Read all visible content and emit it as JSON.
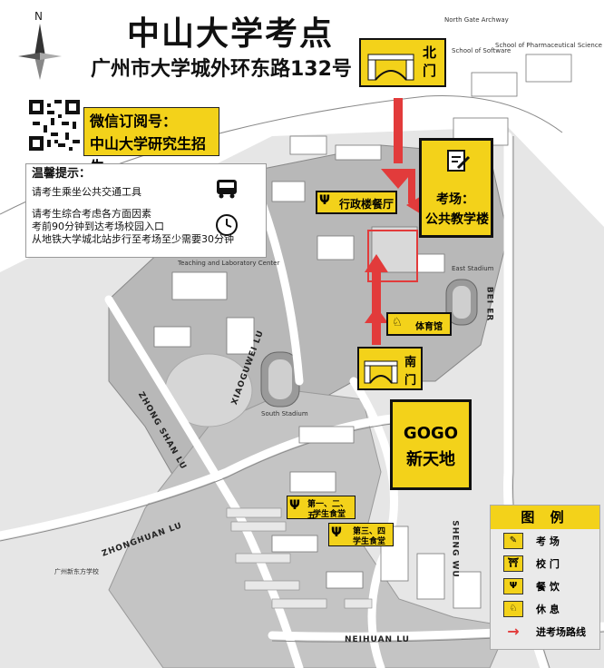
{
  "header": {
    "title": "中山大学考点",
    "subtitle": "广州市大学城外环东路132号"
  },
  "wechat": {
    "line1": "微信订阅号：",
    "line2": "中山大学研究生招生"
  },
  "tips": {
    "title": "温馨提示：",
    "line1": "请考生乘坐公共交通工具",
    "line2": "请考生综合考虑各方面因素",
    "line3": "考前90分钟到达考场校园入口",
    "line4": "从地铁大学城北站步行至考场至少需要30分钟"
  },
  "markers": {
    "north_gate": "北门",
    "south_gate_1": "南",
    "south_gate_2": "门",
    "exam_line1": "考场：",
    "exam_line2": "公共教学楼",
    "admin_canteen": "行政楼餐厅",
    "gym": "体育馆",
    "gogo_line1": "GOGO",
    "gogo_line2": "新天地",
    "canteen_125_line1": "第一、二、五",
    "canteen_125_line2": "学生食堂",
    "canteen_34_line1": "第三、四",
    "canteen_34_line2": "学生食堂"
  },
  "roads": {
    "xiaoguwei": "XIAOGUWEI LU",
    "zhongshan": "ZHONG SHAN LU",
    "zhonghuan": "ZHONGHUAN LU",
    "neihuan": "NEIHUAN LU",
    "beier": "BEI ER",
    "shengwu": "SHENG WU"
  },
  "buildings": {
    "north_gate_arch": "North Gate Archway",
    "software": "School of Software",
    "pharma": "School of Pharmaceutical Science",
    "east_stadium": "East Stadium",
    "south_stadium": "South Stadium",
    "teaching": "Teaching and Laboratory Center",
    "new_oriental": "广州新东方学校"
  },
  "legend": {
    "title": "图 例",
    "items": [
      {
        "icon": "exam-icon",
        "label": "考 场"
      },
      {
        "icon": "gate-icon",
        "label": "校 门"
      },
      {
        "icon": "dining-icon",
        "label": "餐 饮"
      },
      {
        "icon": "rest-icon",
        "label": "休 息"
      },
      {
        "icon": "route-arrow-icon",
        "label": "进考场路线"
      }
    ]
  },
  "colors": {
    "accent_yellow": "#f3d21a",
    "route_red": "#e23b3b",
    "campus_gray": "#b8b8b8"
  }
}
